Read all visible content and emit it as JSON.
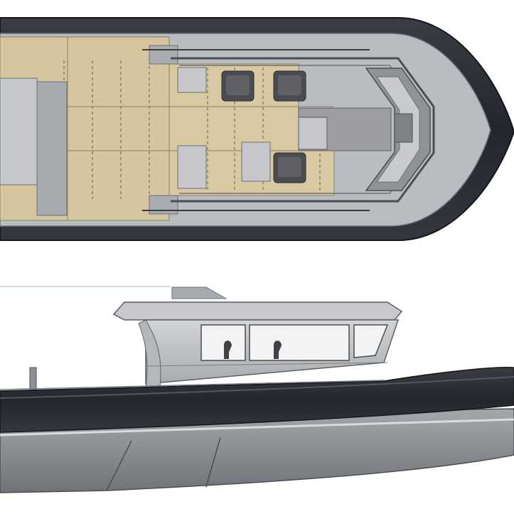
{
  "drawing": {
    "views": [
      {
        "id": "plan-view",
        "kind": "top"
      },
      {
        "id": "profile-view",
        "kind": "side"
      }
    ],
    "colors": {
      "tube": "#2a2d34",
      "deck_teak": "#d6c6a0",
      "console": "#9c9ea2",
      "hull_side": "#8d9196",
      "cabin": "#bfc1c4",
      "window": "#f3f3f3",
      "seat": "#4a4c51"
    }
  }
}
